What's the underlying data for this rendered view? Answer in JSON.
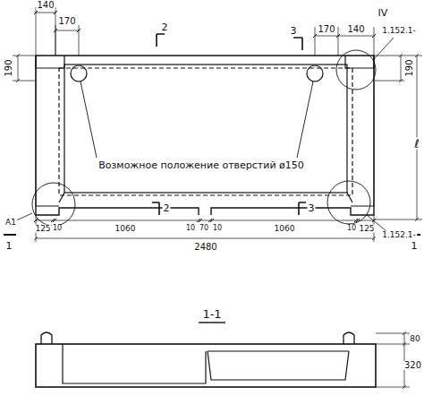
{
  "diagram": {
    "labels": [
      "140",
      "170",
      "2",
      "3",
      "170",
      "140",
      "IV",
      "1.152.1-",
      "190",
      "190",
      "ℓ",
      "Возможное положение отверстий ø150",
      "А1",
      "125",
      "10",
      "1060",
      "2",
      "10",
      "70",
      "10",
      "1060",
      "3",
      "10",
      "125",
      "1.152.1-",
      "1",
      "1",
      "2480",
      "1-1",
      "80",
      "320"
    ]
  }
}
